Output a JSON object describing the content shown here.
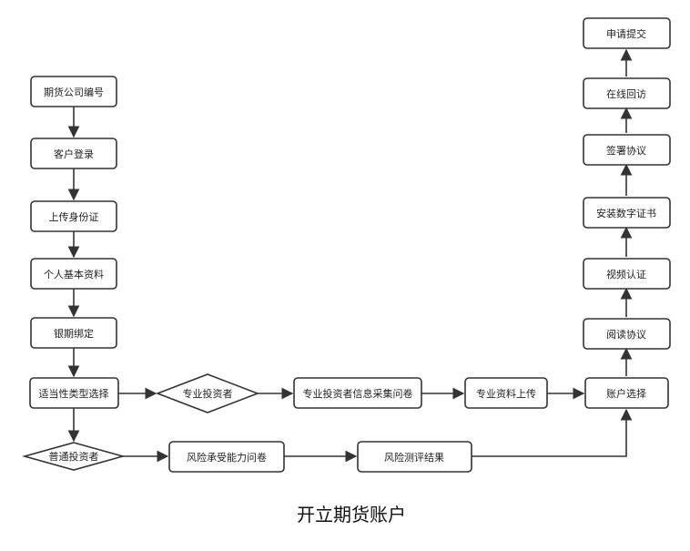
{
  "diagram": {
    "caption": "开立期货账户",
    "nodes": {
      "futures_company_code": "期货公司编号",
      "customer_login": "客户登录",
      "upload_id": "上传身份证",
      "personal_info": "个人基本资料",
      "bank_futures_binding": "银期绑定",
      "suitability_type_select": "适当性类型选择",
      "professional_investor": "专业投资者",
      "professional_info_questionnaire": "专业投资者信息采集问卷",
      "professional_material_upload": "专业资料上传",
      "account_select": "账户选择",
      "ordinary_investor": "普通投资者",
      "risk_tolerance_questionnaire": "风险承受能力问卷",
      "risk_assessment_result": "风险测评结果",
      "read_agreement": "阅读协议",
      "video_verification": "视频认证",
      "install_digital_certificate": "安装数字证书",
      "sign_agreement": "签署协议",
      "online_callback": "在线回访",
      "submit_application": "申请提交"
    }
  }
}
